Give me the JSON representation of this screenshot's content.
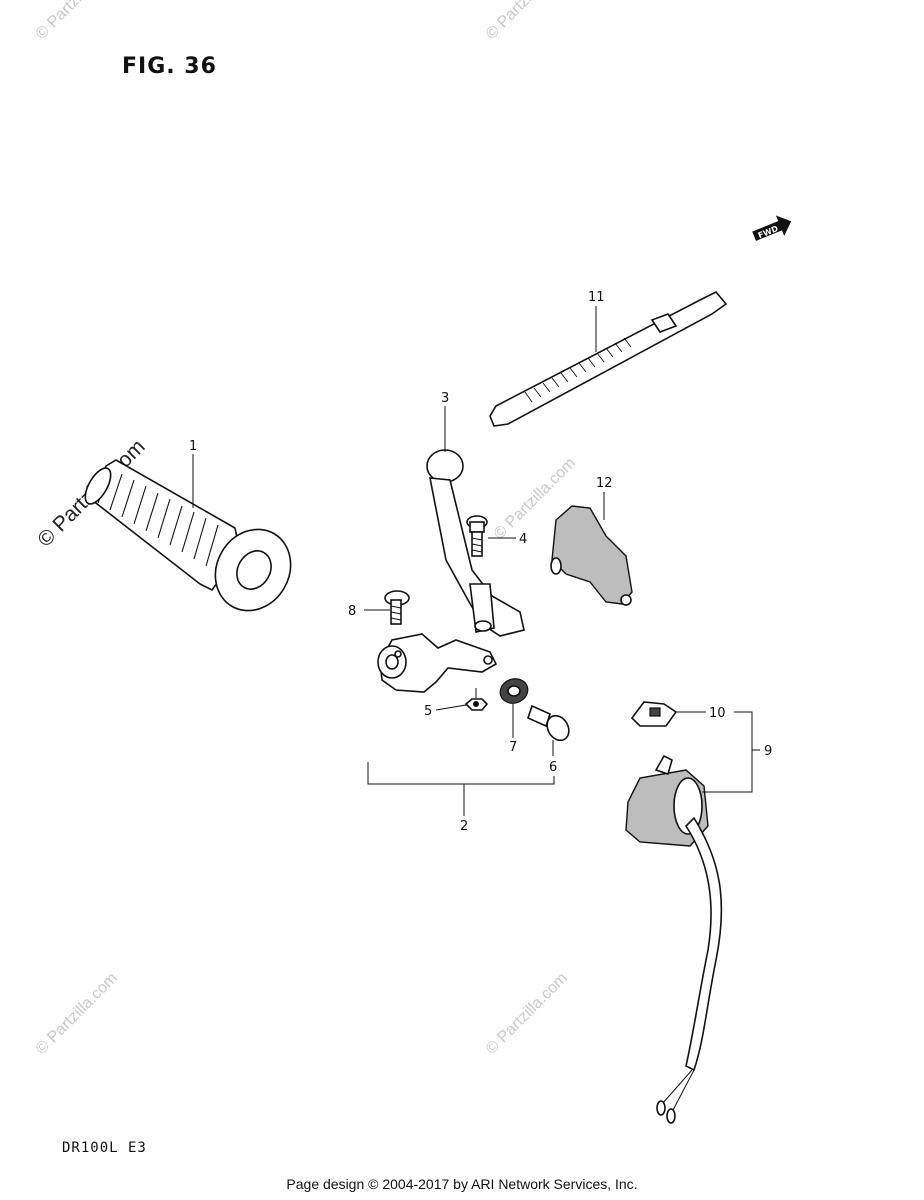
{
  "figure": {
    "title": "FIG. 36",
    "model_code": "DR100L E3",
    "footer": "Page design © 2004-2017 by ARI Network Services, Inc.",
    "fwd_label": "FWD"
  },
  "watermarks": {
    "main": "© Partzilla.com",
    "faint": "© Partzilla.com"
  },
  "callouts": [
    "1",
    "2",
    "3",
    "4",
    "5",
    "6",
    "7",
    "8",
    "9",
    "10",
    "11",
    "12"
  ]
}
